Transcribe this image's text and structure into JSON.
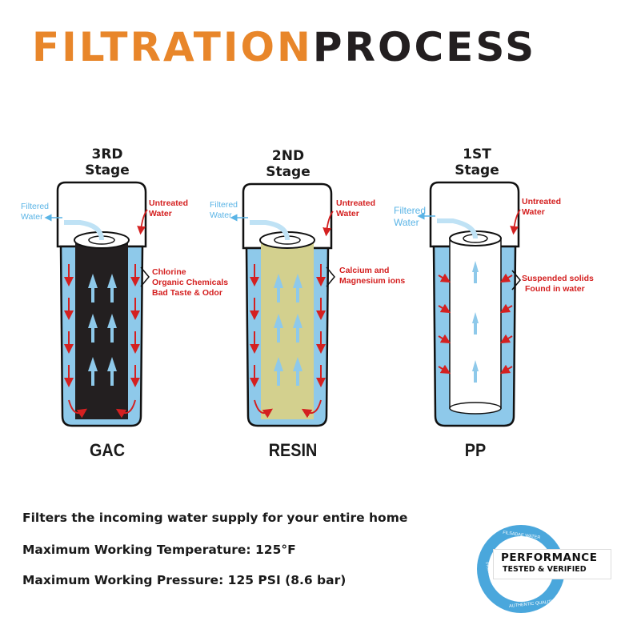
{
  "title": {
    "part1": "FILTRATION",
    "part2": "PROCESS"
  },
  "stages": [
    {
      "stage_line1": "3RD",
      "stage_line2": "Stage",
      "media": "GAC",
      "notes": [
        "Chlorine",
        "Organic Chemicals",
        "Bad Taste & Odor"
      ],
      "filtered_1": "Filtered",
      "filtered_2": "Water",
      "untreated_1": "Untreated",
      "untreated_2": "Water"
    },
    {
      "stage_line1": "2ND",
      "stage_line2": "Stage",
      "media": "RESIN",
      "notes": [
        "Calcium and",
        "Magnesium ions"
      ],
      "filtered_1": "Filtered",
      "filtered_2": "Water",
      "untreated_1": "Untreated",
      "untreated_2": "Water"
    },
    {
      "stage_line1": "1ST",
      "stage_line2": "Stage",
      "media": "PP",
      "notes": [
        "Suspended solids",
        "Found in water"
      ],
      "filtered_1": "Filtered",
      "filtered_2": "Water",
      "untreated_1": "Untreated",
      "untreated_2": "Water"
    }
  ],
  "specs": [
    "Filters the incoming water supply for your entire home",
    "Maximum Working Temperature: 125°F",
    "Maximum Working Pressure: 125 PSI (8.6 bar)"
  ],
  "seal": {
    "line1": "PERFORMANCE",
    "line2": "TESTED  & VERIFIED",
    "ring_top": "FILSADAE WATER",
    "ring_left": "PREMIUM",
    "ring_bottom": "AUTHENTIC  QUALITY"
  },
  "colors": {
    "title_orange": "#e8862a",
    "title_dark": "#231f20",
    "water_blue": "#8ec9ea",
    "arrow_red": "#d42020",
    "arrow_blue": "#5ab4e6",
    "gac_core": "#231f20",
    "resin_core": "#d3d08e",
    "pp_core": "#ffffff"
  }
}
